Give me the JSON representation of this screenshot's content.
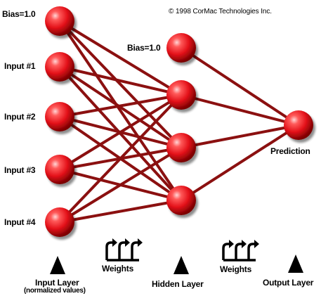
{
  "copyright": "© 1998 CorMac Technologies Inc.",
  "input_layer": {
    "nodes": [
      "Bias=1.0",
      "Input #1",
      "Input #2",
      "Input #3",
      "Input #4"
    ],
    "caption": "Input Layer",
    "subcaption": "(normalized values)"
  },
  "hidden_layer": {
    "bias_label": "Bias=1.0",
    "caption": "Hidden Layer"
  },
  "output_layer": {
    "node_label": "Prediction",
    "caption": "Output Layer"
  },
  "weights": {
    "left_caption": "Weights",
    "right_caption": "Weights"
  },
  "colors": {
    "node": "#e8141c",
    "edge": "#8b1010",
    "arrow": "#000000"
  }
}
